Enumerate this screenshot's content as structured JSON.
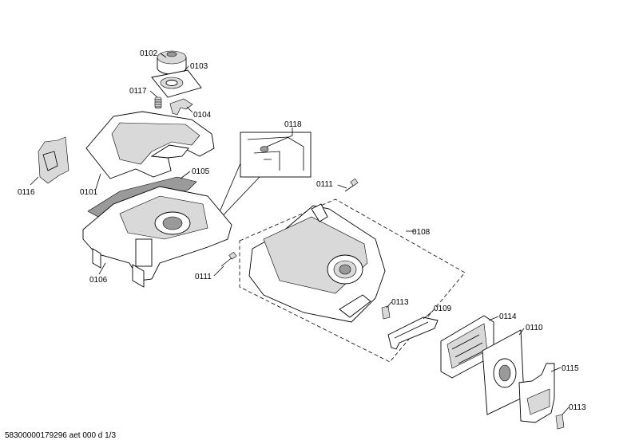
{
  "diagram": {
    "parts": [
      {
        "id": "p0102",
        "label": "0102"
      },
      {
        "id": "p0103",
        "label": "0103"
      },
      {
        "id": "p0117",
        "label": "0117"
      },
      {
        "id": "p0104",
        "label": "0104"
      },
      {
        "id": "p0118",
        "label": "0118"
      },
      {
        "id": "p0116",
        "label": "0116"
      },
      {
        "id": "p0101",
        "label": "0101"
      },
      {
        "id": "p0105",
        "label": "0105"
      },
      {
        "id": "p0111a",
        "label": "0111"
      },
      {
        "id": "p0108",
        "label": "0108"
      },
      {
        "id": "p0106",
        "label": "0106"
      },
      {
        "id": "p0111b",
        "label": "0111"
      },
      {
        "id": "p0113a",
        "label": "0113"
      },
      {
        "id": "p0109",
        "label": "0109"
      },
      {
        "id": "p0114",
        "label": "0114"
      },
      {
        "id": "p0110",
        "label": "0110"
      },
      {
        "id": "p0115",
        "label": "0115"
      },
      {
        "id": "p0113b",
        "label": "0113"
      }
    ],
    "footer": "58300000179296 aet 000 d 1/3"
  }
}
